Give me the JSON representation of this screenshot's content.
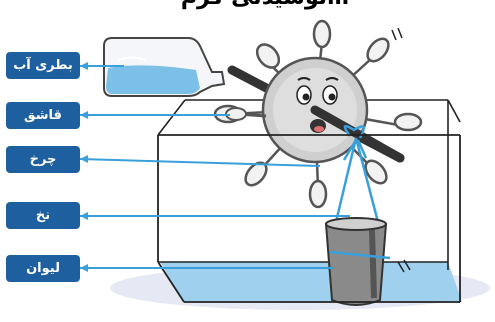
{
  "top_text": "…ﻧﻮﺷﯿﺪﻧﯽ ﮔﺮم",
  "labels": {
    "water_bottle": "بطری آب",
    "spoon": "قاشق",
    "wheel": "چرخ",
    "string": "نخ",
    "glass": "لیوان"
  },
  "colors": {
    "label_bg": "#1e5fa0",
    "leader_line": "#3aa0dc",
    "water": "#7cc0e8",
    "box_edge": "#222222"
  }
}
